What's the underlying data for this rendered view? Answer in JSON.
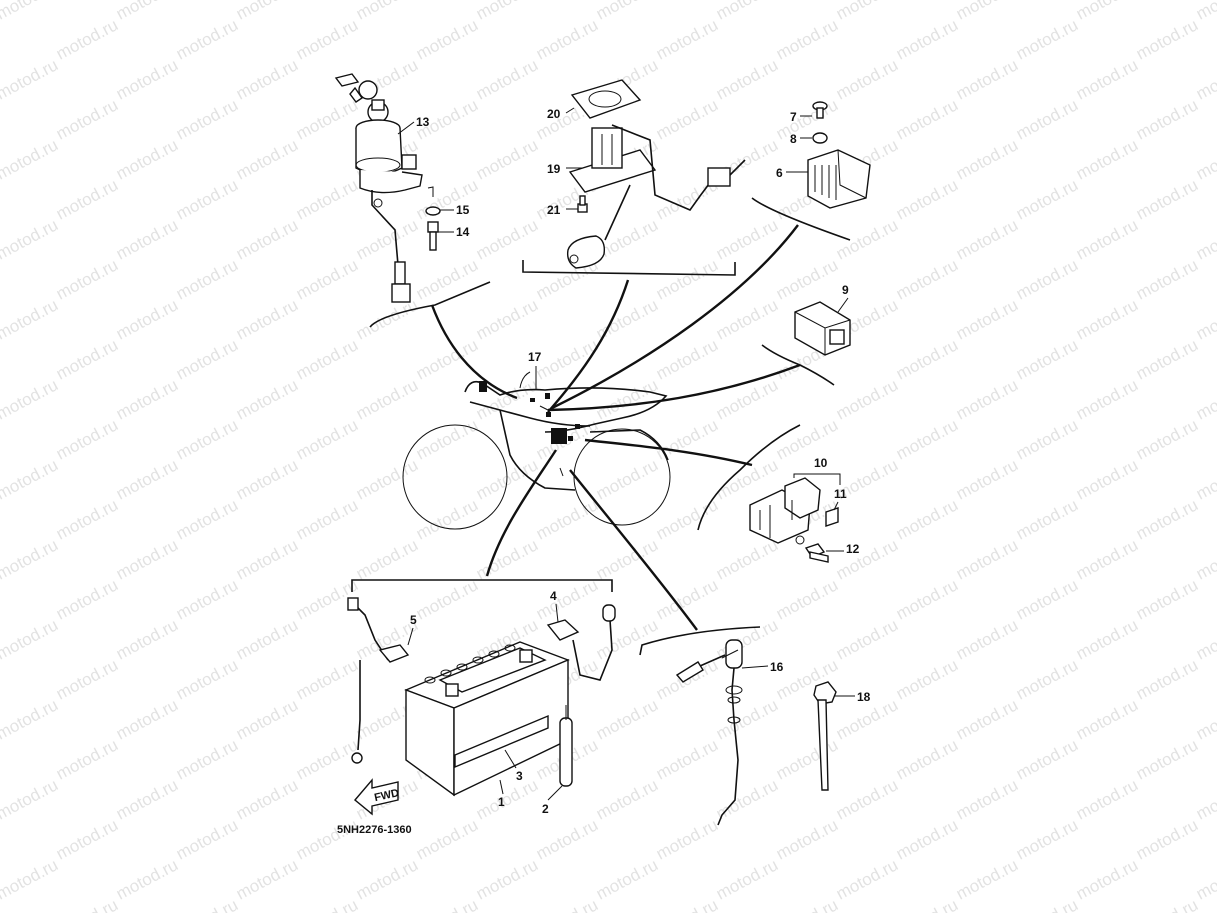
{
  "watermark": "motod.ru",
  "diagram_code": "5NH2276-1360",
  "direction_label": "FWD",
  "callouts": {
    "p1": "1",
    "p2": "2",
    "p3": "3",
    "p4": "4",
    "p5": "5",
    "p6": "6",
    "p7": "7",
    "p8": "8",
    "p9": "9",
    "p10": "10",
    "p11": "11",
    "p12": "12",
    "p13": "13",
    "p14": "14",
    "p15": "15",
    "p16": "16",
    "p17": "17",
    "p18": "18",
    "p19": "19",
    "p20": "20",
    "p21": "21"
  },
  "colors": {
    "ink": "#111111",
    "watermark": "#9a9a9a",
    "background": "#ffffff"
  }
}
